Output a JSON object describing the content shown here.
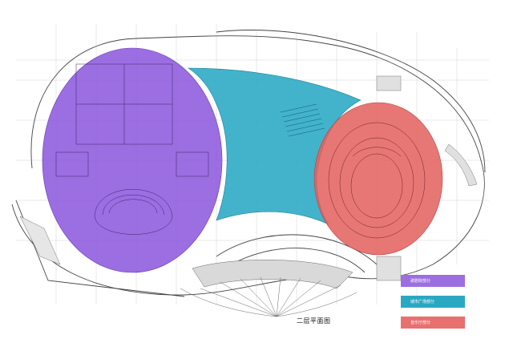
{
  "drawing": {
    "caption": "二层平面图"
  },
  "legend": {
    "items": [
      {
        "label": "歌剧院部分",
        "color": "#9c6ee0"
      },
      {
        "label": "城市广场部分",
        "color": "#2aa8c2"
      },
      {
        "label": "音乐厅部分",
        "color": "#e8706e"
      }
    ]
  },
  "zones": [
    {
      "name": "opera",
      "color": "#8a55dc"
    },
    {
      "name": "plaza",
      "color": "#22a6c3"
    },
    {
      "name": "concert",
      "color": "#e35f5c"
    }
  ]
}
